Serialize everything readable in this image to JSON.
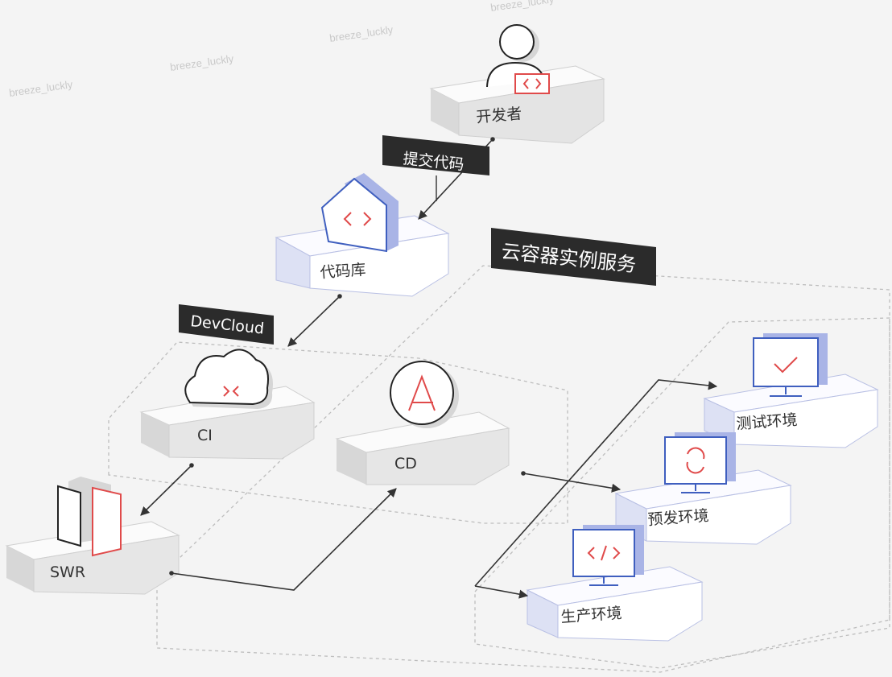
{
  "watermark": "breeze_luckly",
  "tags": {
    "commit_code": "提交代码",
    "devcloud": "DevCloud",
    "container_service": "云容器实例服务"
  },
  "nodes": {
    "developer": "开发者",
    "code_repo": "代码库",
    "ci": "CI",
    "cd": "CD",
    "swr": "SWR",
    "test_env": "测试环境",
    "staging_env": "预发环境",
    "prod_env": "生产环境"
  },
  "colors": {
    "accent_red": "#e04a4a",
    "accent_blue": "#3f5fbf",
    "tag_bg": "#2b2b2b"
  }
}
